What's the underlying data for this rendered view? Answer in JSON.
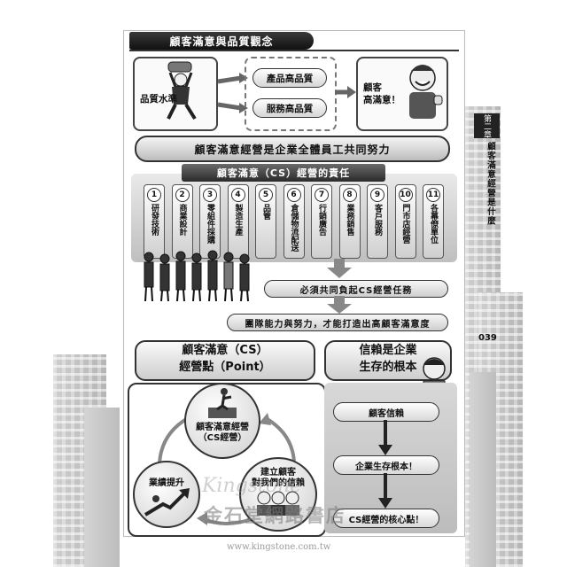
{
  "title": "顧客滿意與品質觀念",
  "quality": {
    "label": "品質水準",
    "outcomes": [
      "產品高品質",
      "服務高品質"
    ],
    "customer": "顧客\n高滿意！"
  },
  "banner_effort": "顧客滿意經營是企業全體員工共同努力",
  "cs_duty_title": "顧客滿意（CS）經營的責任",
  "duties": [
    {
      "num": "1",
      "text": "研發技術"
    },
    {
      "num": "2",
      "text": "商業設計"
    },
    {
      "num": "3",
      "text": "零組件採購"
    },
    {
      "num": "4",
      "text": "製造生產"
    },
    {
      "num": "5",
      "text": "品管"
    },
    {
      "num": "6",
      "text": "倉儲物流配送"
    },
    {
      "num": "7",
      "text": "行銷廣告"
    },
    {
      "num": "8",
      "text": "業務銷售"
    },
    {
      "num": "9",
      "text": "客戶服務"
    },
    {
      "num": "10",
      "text": "門市店經營"
    },
    {
      "num": "11",
      "text": "各幕僚單位"
    }
  ],
  "must_share": "必須共同負起CS經營任務",
  "team_power": "團隊能力與努力，才能打造出高顧客滿意度",
  "cs_point_title": "顧客滿意（CS）\n經營點（Point）",
  "trust_title": "信賴是企業\n生存的根本",
  "cycle": {
    "top": "顧客滿意經營\n（CS經營）",
    "left": "業績提升",
    "right": "建立顧客\n對我們的信賴"
  },
  "trust_flow": [
    "顧客信賴",
    "企業生存根本！",
    "CS經營的核心點！"
  ],
  "side": {
    "chapter": "第二章",
    "label": "顧客滿意經營是什麼",
    "page": "039"
  },
  "watermark": {
    "brand": "Kingstone",
    "store": "金石堂網路書店",
    "url": "www.kingstone.com.tw"
  },
  "colors": {
    "dark": "#222222",
    "mid": "#bdbdbd",
    "light": "#f4f4f4"
  }
}
